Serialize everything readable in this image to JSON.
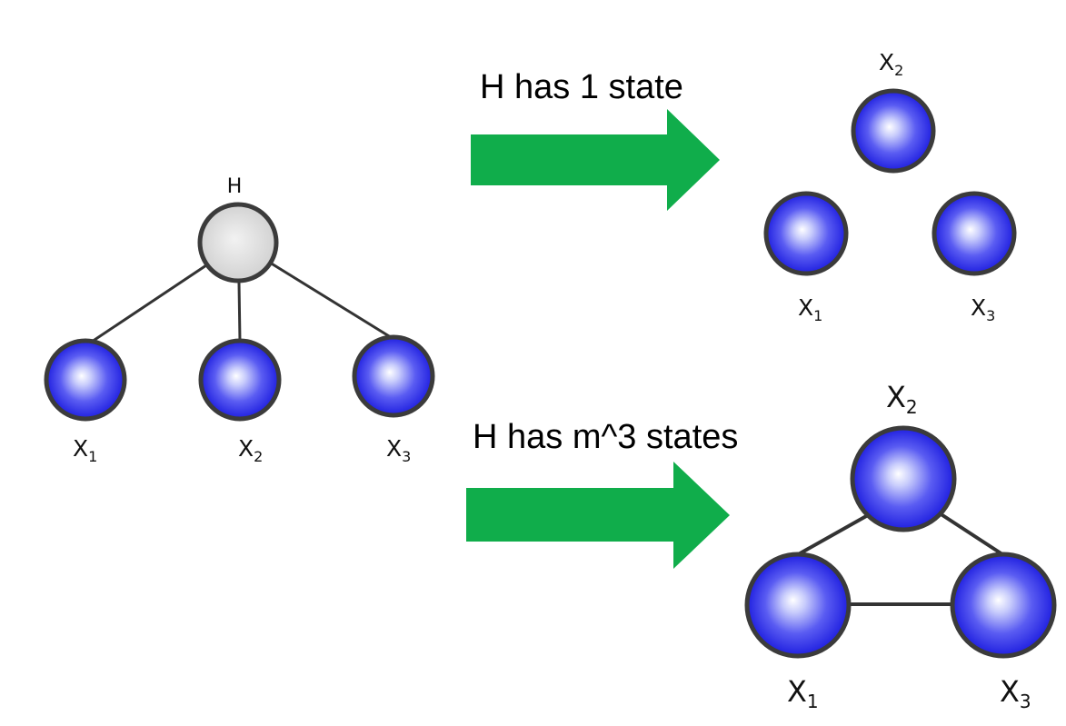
{
  "left_graph": {
    "hidden_label": "H",
    "x1": {
      "base": "X",
      "sub": "1"
    },
    "x2": {
      "base": "X",
      "sub": "2"
    },
    "x3": {
      "base": "X",
      "sub": "3"
    }
  },
  "top_transform": {
    "label": "H has 1 state"
  },
  "bottom_transform": {
    "label": "H has m^3 states"
  },
  "top_graph": {
    "x1": {
      "base": "X",
      "sub": "1"
    },
    "x2": {
      "base": "X",
      "sub": "2"
    },
    "x3": {
      "base": "X",
      "sub": "3"
    }
  },
  "bottom_graph": {
    "x1": {
      "base": "X",
      "sub": "1"
    },
    "x2": {
      "base": "X",
      "sub": "2"
    },
    "x3": {
      "base": "X",
      "sub": "3"
    }
  },
  "colors": {
    "node_blue": "#2d2df0",
    "node_highlight": "#ffffff",
    "hidden_node": "#d6d6d6",
    "arrow_green": "#10ad4b"
  }
}
